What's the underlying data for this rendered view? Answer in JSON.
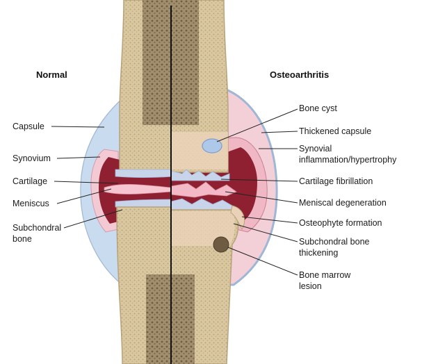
{
  "headings": {
    "left": "Normal",
    "right": "Osteoarthritis"
  },
  "left_labels": {
    "capsule": "Capsule",
    "synovium": "Synovium",
    "cartilage": "Cartilage",
    "meniscus": "Meniscus",
    "subchondral_bone_line1": "Subchondral",
    "subchondral_bone_line2": "bone"
  },
  "right_labels": {
    "bone_cyst": "Bone cyst",
    "thickened_capsule": "Thickened capsule",
    "synovial_line1": "Synovial",
    "synovial_line2": "inflammation/hypertrophy",
    "cartilage_fibrillation": "Cartilage fibrillation",
    "meniscal_degeneration": "Meniscal degeneration",
    "osteophyte_formation": "Osteophyte formation",
    "subchondral_thickening_line1": "Subchondral bone",
    "subchondral_thickening_line2": "thickening",
    "bone_marrow_lesion_line1": "Bone marrow",
    "bone_marrow_lesion_line2": "lesion"
  },
  "colors": {
    "capsule": "#c9dbee",
    "thickened_capsule": "#f3cfd8",
    "synovial_fluid": "#8e2032",
    "cartilage": "#c8d4ea",
    "bone": "#dbc9a3",
    "marrow": "#9c8a6a",
    "divider": "#111111"
  }
}
